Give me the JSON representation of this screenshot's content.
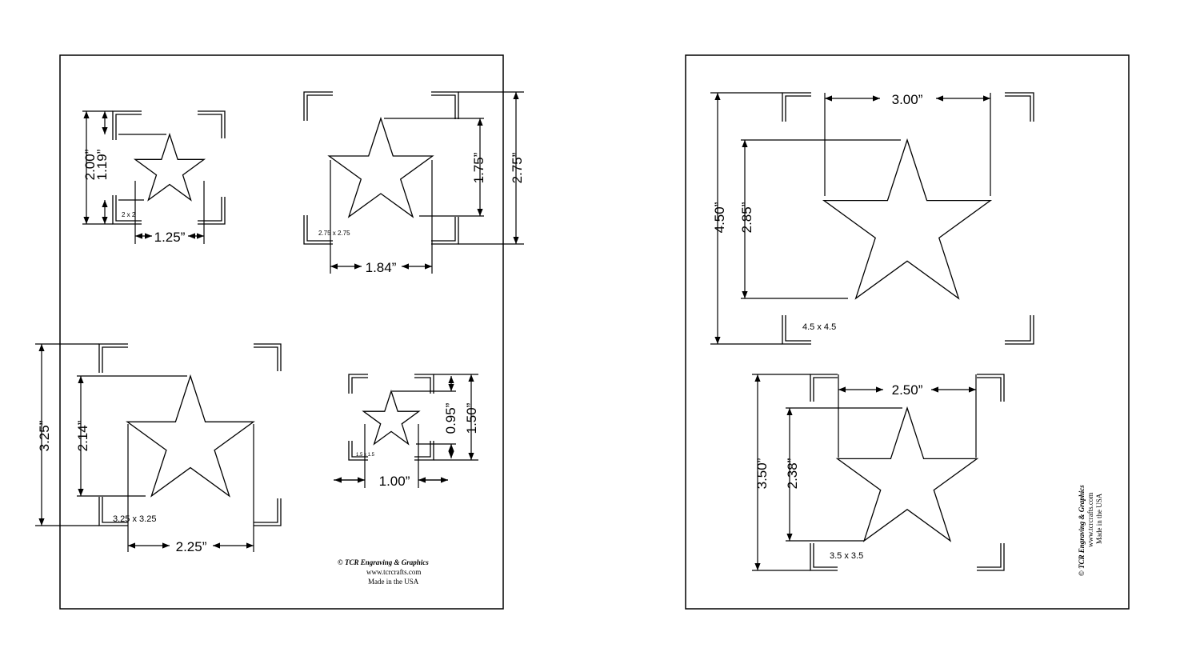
{
  "left_sheet": {
    "stencils": [
      {
        "size_label": "2 x 2",
        "width_dim": "1.25”",
        "star_height_dim": "1.19”",
        "overall_dim": "2.00”"
      },
      {
        "size_label": "2.75 x 2.75",
        "width_dim": "1.84”",
        "star_height_dim": "1.75”",
        "overall_dim": "2.75”"
      },
      {
        "size_label": "3.25 x 3.25",
        "width_dim": "2.25”",
        "star_height_dim": "2.14”",
        "overall_dim": "3.25”"
      },
      {
        "size_label": "1.5 x 1.5",
        "width_dim": "1.00”",
        "star_height_dim": "0.95”",
        "overall_dim": "1.50”"
      }
    ],
    "footer": {
      "company": "© TCR Engraving & Graphics",
      "website": "www.tcrcrafts.com",
      "origin": "Made in the USA"
    }
  },
  "right_sheet": {
    "stencils": [
      {
        "size_label": "4.5 x 4.5",
        "width_dim": "3.00”",
        "star_height_dim": "2.85”",
        "overall_dim": "4.50”"
      },
      {
        "size_label": "3.5 x 3.5",
        "width_dim": "2.50”",
        "star_height_dim": "2.38”",
        "overall_dim": "3.50”"
      }
    ],
    "footer": {
      "company": "© TCR Engraving & Graphics",
      "website": "www.tcrcrafts.com",
      "origin": "Made in the USA"
    }
  },
  "colors": {
    "line": "#000000",
    "background": "#ffffff"
  }
}
